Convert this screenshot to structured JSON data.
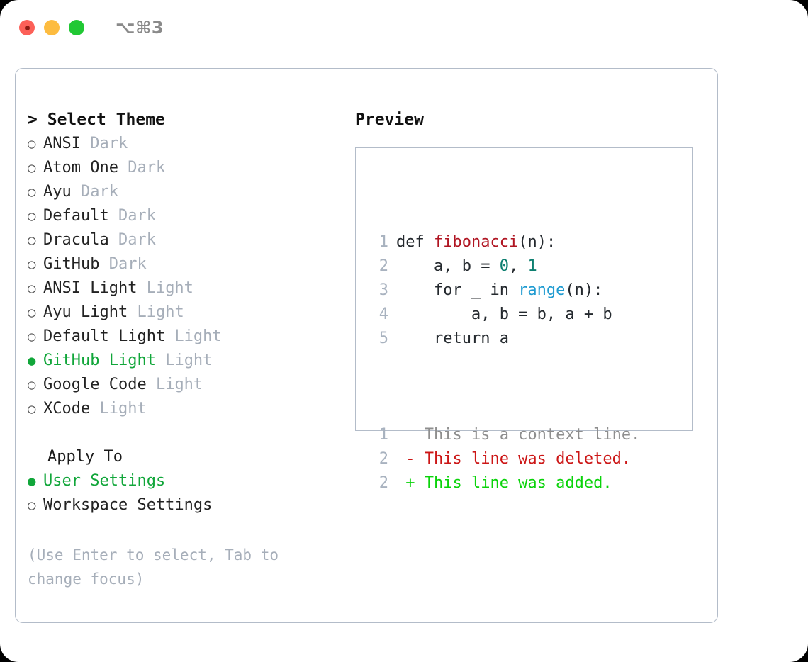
{
  "titlebar": {
    "shortcut": "⌥⌘3",
    "buttons": {
      "close": "close",
      "minimize": "minimize",
      "maximize": "maximize"
    }
  },
  "theme_list": {
    "heading_caret": ">",
    "heading": "Select Theme",
    "bullet_unselected": "○",
    "bullet_selected": "●",
    "items": [
      {
        "name": "ANSI",
        "variant": "Dark",
        "selected": false
      },
      {
        "name": "Atom One",
        "variant": "Dark",
        "selected": false
      },
      {
        "name": "Ayu",
        "variant": "Dark",
        "selected": false
      },
      {
        "name": "Default",
        "variant": "Dark",
        "selected": false
      },
      {
        "name": "Dracula",
        "variant": "Dark",
        "selected": false
      },
      {
        "name": "GitHub",
        "variant": "Dark",
        "selected": false
      },
      {
        "name": "ANSI Light",
        "variant": "Light",
        "selected": false
      },
      {
        "name": "Ayu Light",
        "variant": "Light",
        "selected": false
      },
      {
        "name": "Default Light",
        "variant": "Light",
        "selected": false
      },
      {
        "name": "GitHub Light",
        "variant": "Light",
        "selected": true
      },
      {
        "name": "Google Code",
        "variant": "Light",
        "selected": false
      },
      {
        "name": "XCode",
        "variant": "Light",
        "selected": false
      }
    ]
  },
  "apply_to": {
    "heading": "Apply To",
    "items": [
      {
        "name": "User Settings",
        "selected": true
      },
      {
        "name": "Workspace Settings",
        "selected": false
      }
    ]
  },
  "hint": "(Use Enter to select, Tab to change focus)",
  "preview": {
    "heading": "Preview",
    "code_lines": [
      {
        "num": "1",
        "tokens": [
          {
            "t": "def ",
            "c": "plain"
          },
          {
            "t": "fibonacci",
            "c": "fn"
          },
          {
            "t": "(n):",
            "c": "plain"
          }
        ]
      },
      {
        "num": "2",
        "tokens": [
          {
            "t": "    a, b = ",
            "c": "plain"
          },
          {
            "t": "0",
            "c": "num"
          },
          {
            "t": ", ",
            "c": "plain"
          },
          {
            "t": "1",
            "c": "num"
          }
        ]
      },
      {
        "num": "3",
        "tokens": [
          {
            "t": "    for _ in ",
            "c": "plain"
          },
          {
            "t": "range",
            "c": "call"
          },
          {
            "t": "(n):",
            "c": "plain"
          }
        ]
      },
      {
        "num": "4",
        "tokens": [
          {
            "t": "        a, b = b, a + b",
            "c": "plain"
          }
        ]
      },
      {
        "num": "5",
        "tokens": [
          {
            "t": "    return a",
            "c": "plain"
          }
        ]
      }
    ],
    "diff_lines": [
      {
        "num": "1",
        "marker": " ",
        "text": "This is a context line.",
        "kind": "ctx"
      },
      {
        "num": "2",
        "marker": "-",
        "text": "This line was deleted.",
        "kind": "del"
      },
      {
        "num": "2",
        "marker": "+",
        "text": "This line was added.",
        "kind": "add"
      }
    ]
  },
  "colors": {
    "selected_green": "#11a63a",
    "diff_add_green": "#0ad30a",
    "diff_del_red": "#cc1616",
    "function_red": "#b01522",
    "number_teal": "#0d7f70",
    "call_blue": "#1f9bd1",
    "muted_gray": "#a6aeb9",
    "border": "#b3bcc9"
  }
}
